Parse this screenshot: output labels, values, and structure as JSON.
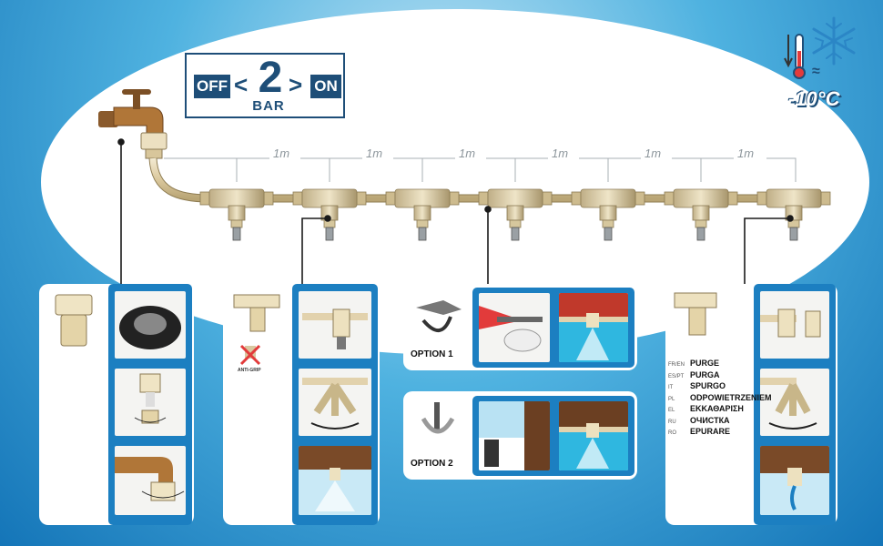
{
  "pressure": {
    "off": "OFF",
    "lt": "<",
    "value": "2",
    "gt": ">",
    "on": "ON",
    "unit": "BAR"
  },
  "distance_label": "1m",
  "frost": {
    "temperature": "-10°C",
    "approx": "≈",
    "icons": [
      "thermometer-icon",
      "snowflake-icon"
    ]
  },
  "option1": {
    "label": "OPTION 1"
  },
  "option2": {
    "label": "OPTION 2"
  },
  "anti_grip": "ANTI-GRIP",
  "purge": [
    {
      "code": "FR/EN",
      "word": "PURGE"
    },
    {
      "code": "ES/PT",
      "word": "PURGA"
    },
    {
      "code": "IT",
      "word": "SPURGO"
    },
    {
      "code": "PL",
      "word": "ODPOWIETRZENIEM"
    },
    {
      "code": "EL",
      "word": "ΕΚΚΑΘΑΡΙΣΗ"
    },
    {
      "code": "RU",
      "word": "ОЧИСТКА"
    },
    {
      "code": "RO",
      "word": "EPURARE"
    }
  ],
  "colors": {
    "accent": "#1c7fc1",
    "navy": "#1e4e78",
    "pipe": "#e2d2ad",
    "brass": "#c8a468"
  }
}
